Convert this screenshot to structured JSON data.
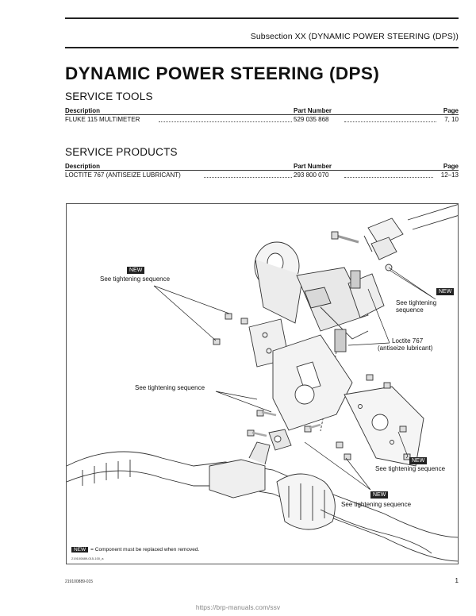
{
  "header": {
    "subsection": "Subsection XX (DYNAMIC POWER STEERING (DPS))"
  },
  "title": "DYNAMIC POWER STEERING (DPS)",
  "service_tools": {
    "heading": "SERVICE TOOLS",
    "columns": {
      "description": "Description",
      "part_number": "Part Number",
      "page": "Page"
    },
    "rows": [
      {
        "description": "FLUKE 115 MULTIMETER",
        "part_number": "529 035 868",
        "page": "7, 10"
      }
    ]
  },
  "service_products": {
    "heading": "SERVICE PRODUCTS",
    "columns": {
      "description": "Description",
      "part_number": "Part Number",
      "page": "Page"
    },
    "rows": [
      {
        "description": "LOCTITE 767 (ANTISEIZE LUBRICANT)",
        "part_number": "293 800 070",
        "page": "12–13"
      }
    ]
  },
  "figure": {
    "new_badge": "NEW",
    "labels": {
      "tightening": "See tightening sequence",
      "tightening_split_1": "See tightening",
      "tightening_split_2": "sequence",
      "loctite_1": "Loctite 767",
      "loctite_2": "(antiseize lubricant)"
    },
    "legend_text": "= Component must be replaced when removed.",
    "code": "219100889-015-100_a"
  },
  "footer": {
    "doc_code": "219100889-015",
    "page": "1",
    "url": "https://brp-manuals.com/ssv"
  }
}
